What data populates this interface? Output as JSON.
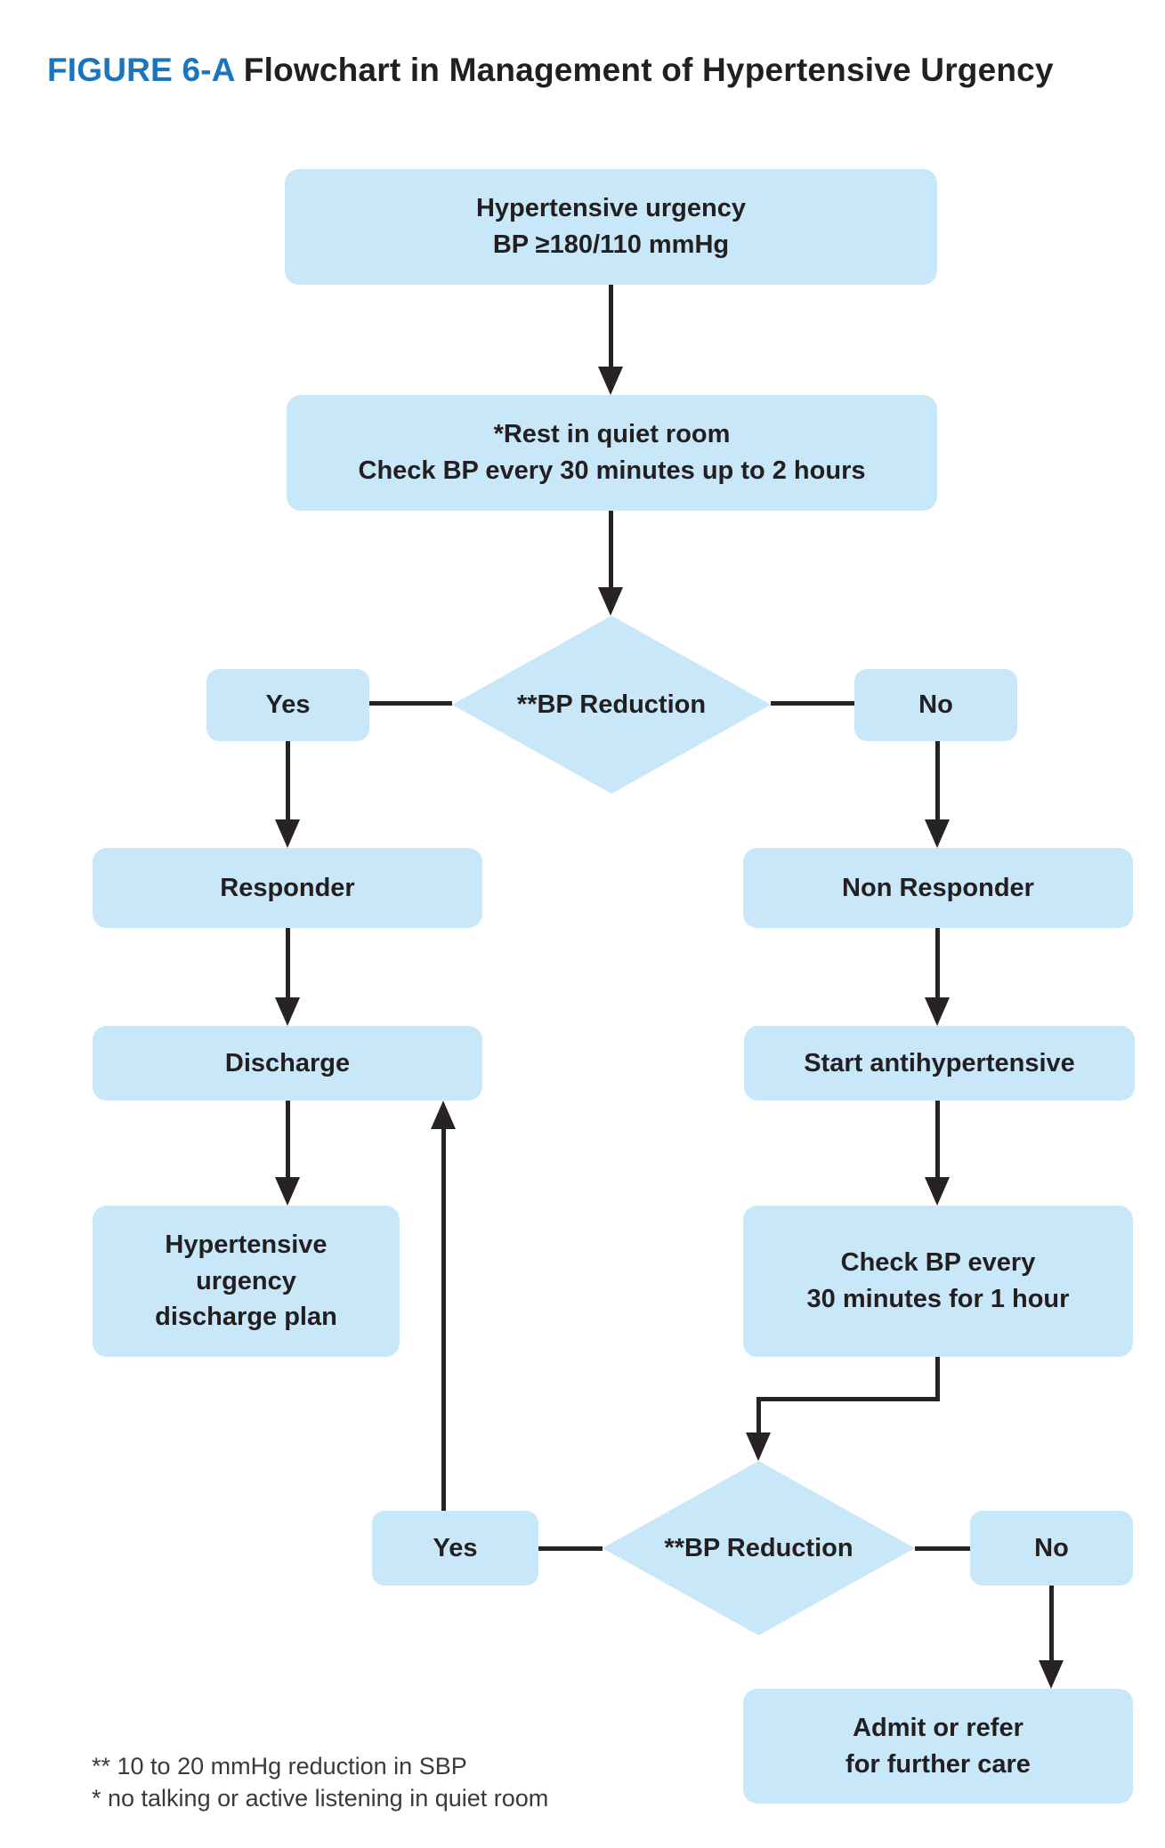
{
  "title": {
    "label": "FIGURE 6-A",
    "text": "Flowchart in Management of Hypertensive Urgency"
  },
  "colors": {
    "node_fill": "#c8e7f8",
    "line": "#272325",
    "text": "#231f20",
    "title_accent": "#1b75bc",
    "footnote": "#3a3a3a",
    "background": "#ffffff"
  },
  "flowchart": {
    "nodes": {
      "start": {
        "label": "Hypertensive urgency\nBP ≥180/110 mmHg"
      },
      "rest": {
        "label": "*Rest in quiet room\nCheck BP every 30 minutes up to 2 hours"
      },
      "decision1": {
        "label": "**BP Reduction"
      },
      "yes1": {
        "label": "Yes"
      },
      "no1": {
        "label": "No"
      },
      "responder": {
        "label": "Responder"
      },
      "non_responder": {
        "label": "Non Responder"
      },
      "discharge": {
        "label": "Discharge"
      },
      "start_antihypertensive": {
        "label": "Start antihypertensive"
      },
      "discharge_plan": {
        "label": "Hypertensive\nurgency\ndischarge plan"
      },
      "check_bp": {
        "label": "Check BP every\n30 minutes for 1 hour"
      },
      "decision2": {
        "label": "**BP Reduction"
      },
      "yes2": {
        "label": "Yes"
      },
      "no2": {
        "label": "No"
      },
      "admit": {
        "label": "Admit or refer\nfor further care"
      }
    },
    "footnotes": [
      "** 10 to 20 mmHg reduction in SBP",
      "* no talking or active listening in quiet room"
    ]
  }
}
